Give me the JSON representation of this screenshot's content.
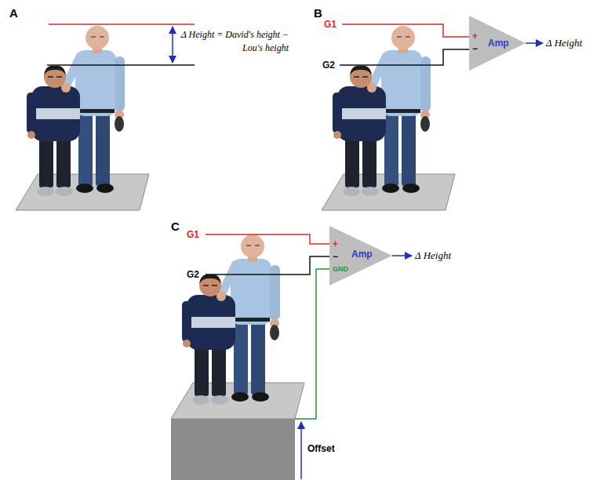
{
  "diagram": {
    "nodes": [
      {
        "text": [
          "+",
          "−",
          "Amp"
        ]
      },
      {
        "text": [
          "+",
          "−",
          "GND",
          "Amp"
        ]
      }
    ],
    "labels": [
      "A",
      "Δ Height = David's height − Lou's height",
      "B",
      "G1",
      "G2",
      "Δ Height",
      "C",
      "G1",
      "G2",
      "Δ Height",
      "Offset"
    ]
  }
}
